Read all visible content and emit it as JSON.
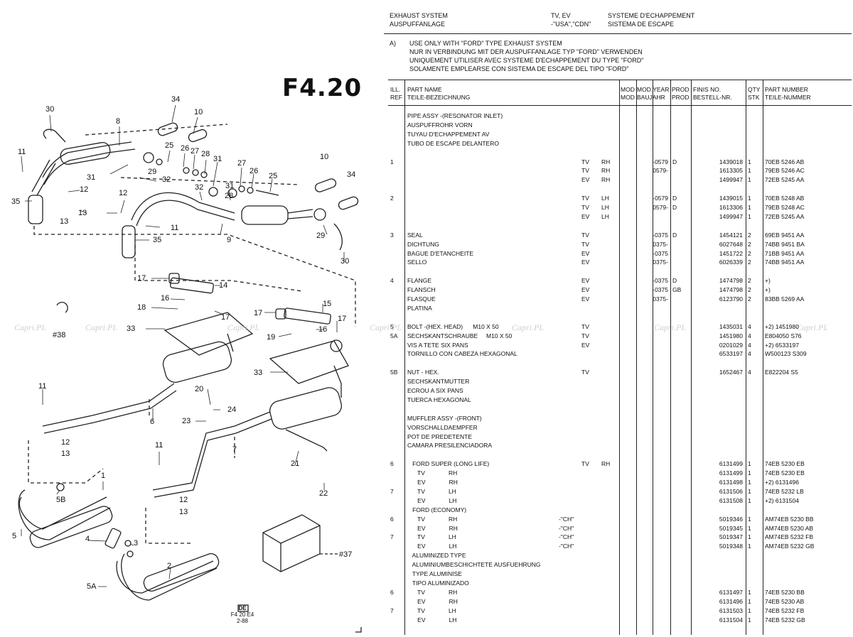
{
  "header": {
    "title_en": "EXHAUST SYSTEM",
    "title_de": "AUSPUFFANLAGE",
    "models": "TV, EV",
    "markets": "-\"USA\",\"CDN\"",
    "title_fr": "SYSTEME D'ECHAPPEMENT",
    "title_es": "SISTEMA DE ESCAPE"
  },
  "note": {
    "label": "A)",
    "lines": [
      "USE ONLY WITH \"FORD\" TYPE EXHAUST SYSTEM",
      "NUR IN VERBINDUNG MIT DER AUSPUFFANLAGE TYP \"FORD\" VERWENDEN",
      "UNIQUEMENT UTILISER AVEC SYSTEME D'ECHAPPEMENT DU TYPE \"FORD\"",
      "SOLAMENTE EMPLEARSE CON SISTEMA DE ESCAPE DEL TIPO \"FORD\""
    ]
  },
  "page_code": "F4.20",
  "columns": {
    "ill": "ILL.",
    "ref": "REF",
    "part_name": "PART NAME",
    "part_name_de": "TEILE-BEZEICHNUNG",
    "mod": "MOD",
    "mod2": "MOD",
    "mod_year": "MOD.YEAR",
    "baujahr": "BAUJAHR",
    "prod": "PROD",
    "prod2": "PROD",
    "finis": "FINIS NO.",
    "bestell": "BESTELL-NR.",
    "qty": "QTY",
    "stk": "STK",
    "part_number": "PART NUMBER",
    "teile_nummer": "TEILE-NUMMER"
  },
  "rows": [
    {
      "ill": "",
      "name": "PIPE ASSY -(RESONATOR INLET)",
      "model": "",
      "side": "",
      "market": "",
      "year": "",
      "prod": "",
      "finis": "",
      "qty": "",
      "pn": ""
    },
    {
      "ill": "",
      "name": "AUSPUFFROHR VORN",
      "model": "",
      "side": "",
      "market": "",
      "year": "",
      "prod": "",
      "finis": "",
      "qty": "",
      "pn": ""
    },
    {
      "ill": "",
      "name": "TUYAU D'ECHAPPEMENT AV",
      "model": "",
      "side": "",
      "market": "",
      "year": "",
      "prod": "",
      "finis": "",
      "qty": "",
      "pn": ""
    },
    {
      "ill": "",
      "name": "TUBO DE ESCAPE DELANTERO",
      "model": "",
      "side": "",
      "market": "",
      "year": "",
      "prod": "",
      "finis": "",
      "qty": "",
      "pn": ""
    },
    {
      "ill": "",
      "name": "",
      "model": "",
      "side": "",
      "market": "",
      "year": "",
      "prod": "",
      "finis": "",
      "qty": "",
      "pn": ""
    },
    {
      "ill": "1",
      "name": "",
      "model": "TV",
      "side": "RH",
      "market": "",
      "year": "-0579",
      "prod": "D",
      "finis": "1439018",
      "qty": "1",
      "pn": "70EB 5246 AB"
    },
    {
      "ill": "",
      "name": "",
      "model": "TV",
      "side": "RH",
      "market": "",
      "year": "0579-",
      "prod": "",
      "finis": "1613305",
      "qty": "1",
      "pn": "79EB 5246 AC"
    },
    {
      "ill": "",
      "name": "",
      "model": "EV",
      "side": "RH",
      "market": "",
      "year": "",
      "prod": "",
      "finis": "1499947",
      "qty": "1",
      "pn": "72EB 5245 AA"
    },
    {
      "ill": "",
      "name": "",
      "model": "",
      "side": "",
      "market": "",
      "year": "",
      "prod": "",
      "finis": "",
      "qty": "",
      "pn": ""
    },
    {
      "ill": "2",
      "name": "",
      "model": "TV",
      "side": "LH",
      "market": "",
      "year": "-0579",
      "prod": "D",
      "finis": "1439015",
      "qty": "1",
      "pn": "70EB 5248 AB"
    },
    {
      "ill": "",
      "name": "",
      "model": "TV",
      "side": "LH",
      "market": "",
      "year": "0579-",
      "prod": "D",
      "finis": "1613306",
      "qty": "1",
      "pn": "79EB 5248 AC"
    },
    {
      "ill": "",
      "name": "",
      "model": "EV",
      "side": "LH",
      "market": "",
      "year": "",
      "prod": "",
      "finis": "1499947",
      "qty": "1",
      "pn": "72EB 5245 AA"
    },
    {
      "ill": "",
      "name": "",
      "model": "",
      "side": "",
      "market": "",
      "year": "",
      "prod": "",
      "finis": "",
      "qty": "",
      "pn": ""
    },
    {
      "ill": "3",
      "name": "SEAL",
      "model": "TV",
      "side": "",
      "market": "",
      "year": "-0375",
      "prod": "D",
      "finis": "1454121",
      "qty": "2",
      "pn": "69EB 9451 AA"
    },
    {
      "ill": "",
      "name": "DICHTUNG",
      "model": "TV",
      "side": "",
      "market": "",
      "year": "0375-",
      "prod": "",
      "finis": "6027648",
      "qty": "2",
      "pn": "74BB 9451 BA"
    },
    {
      "ill": "",
      "name": "BAGUE D'ETANCHEITE",
      "model": "EV",
      "side": "",
      "market": "",
      "year": "-0375",
      "prod": "",
      "finis": "1451722",
      "qty": "2",
      "pn": "71BB 9451 AA"
    },
    {
      "ill": "",
      "name": "SELLO",
      "model": "EV",
      "side": "",
      "market": "",
      "year": "0375-",
      "prod": "",
      "finis": "6026339",
      "qty": "2",
      "pn": "74BB 9451 AA"
    },
    {
      "ill": "",
      "name": "",
      "model": "",
      "side": "",
      "market": "",
      "year": "",
      "prod": "",
      "finis": "",
      "qty": "",
      "pn": ""
    },
    {
      "ill": "4",
      "name": "FLANGE",
      "model": "EV",
      "side": "",
      "market": "",
      "year": "-0375",
      "prod": "D",
      "finis": "1474798",
      "qty": "2",
      "pn": "+)"
    },
    {
      "ill": "",
      "name": "FLANSCH",
      "model": "EV",
      "side": "",
      "market": "",
      "year": "-0375",
      "prod": "GB",
      "finis": "1474798",
      "qty": "2",
      "pn": "+)"
    },
    {
      "ill": "",
      "name": "FLASQUE",
      "model": "EV",
      "side": "",
      "market": "",
      "year": "0375-",
      "prod": "",
      "finis": "6123790",
      "qty": "2",
      "pn": "83BB 5269 AA"
    },
    {
      "ill": "",
      "name": "PLATINA",
      "model": "",
      "side": "",
      "market": "",
      "year": "",
      "prod": "",
      "finis": "",
      "qty": "",
      "pn": ""
    },
    {
      "ill": "",
      "name": "",
      "model": "",
      "side": "",
      "market": "",
      "year": "",
      "prod": "",
      "finis": "",
      "qty": "",
      "pn": ""
    },
    {
      "ill": "5",
      "name": "BOLT -(HEX. HEAD)      M10 X 50",
      "model": "TV",
      "side": "",
      "market": "",
      "year": "",
      "prod": "",
      "finis": "1435031",
      "qty": "4",
      "pn": "+2) 1451980"
    },
    {
      "ill": "5A",
      "name": "SECHSKANTSCHRAUBE     M10 X 50",
      "model": "TV",
      "side": "",
      "market": "",
      "year": "",
      "prod": "",
      "finis": "1451980",
      "qty": "4",
      "pn": "E804050 S76"
    },
    {
      "ill": "",
      "name": "VIS A TETE SIX PANS",
      "model": "EV",
      "side": "",
      "market": "",
      "year": "",
      "prod": "",
      "finis": "0201029",
      "qty": "4",
      "pn": "+2) 6533197"
    },
    {
      "ill": "",
      "name": "TORNILLO CON CABEZA HEXAGONAL",
      "model": "",
      "side": "",
      "market": "",
      "year": "",
      "prod": "",
      "finis": "6533197",
      "qty": "4",
      "pn": "W500123 S309"
    },
    {
      "ill": "",
      "name": "",
      "model": "",
      "side": "",
      "market": "",
      "year": "",
      "prod": "",
      "finis": "",
      "qty": "",
      "pn": ""
    },
    {
      "ill": "5B",
      "name": "NUT - HEX.",
      "model": "TV",
      "side": "",
      "market": "",
      "year": "",
      "prod": "",
      "finis": "1652467",
      "qty": "4",
      "pn": "E822204 S5"
    },
    {
      "ill": "",
      "name": "SECHSKANTMUTTER",
      "model": "",
      "side": "",
      "market": "",
      "year": "",
      "prod": "",
      "finis": "",
      "qty": "",
      "pn": ""
    },
    {
      "ill": "",
      "name": "ECROU A SIX PANS",
      "model": "",
      "side": "",
      "market": "",
      "year": "",
      "prod": "",
      "finis": "",
      "qty": "",
      "pn": ""
    },
    {
      "ill": "",
      "name": "TUERCA HEXAGONAL",
      "model": "",
      "side": "",
      "market": "",
      "year": "",
      "prod": "",
      "finis": "",
      "qty": "",
      "pn": ""
    },
    {
      "ill": "",
      "name": "",
      "model": "",
      "side": "",
      "market": "",
      "year": "",
      "prod": "",
      "finis": "",
      "qty": "",
      "pn": ""
    },
    {
      "ill": "",
      "name": "MUFFLER ASSY -(FRONT)",
      "model": "",
      "side": "",
      "market": "",
      "year": "",
      "prod": "",
      "finis": "",
      "qty": "",
      "pn": ""
    },
    {
      "ill": "",
      "name": "VORSCHALLDAEMPFER",
      "model": "",
      "side": "",
      "market": "",
      "year": "",
      "prod": "",
      "finis": "",
      "qty": "",
      "pn": ""
    },
    {
      "ill": "",
      "name": "POT DE PREDETENTE",
      "model": "",
      "side": "",
      "market": "",
      "year": "",
      "prod": "",
      "finis": "",
      "qty": "",
      "pn": ""
    },
    {
      "ill": "",
      "name": "CAMARA PRESILENCIADORA",
      "model": "",
      "side": "",
      "market": "",
      "year": "",
      "prod": "",
      "finis": "",
      "qty": "",
      "pn": ""
    },
    {
      "ill": "",
      "name": "",
      "model": "",
      "side": "",
      "market": "",
      "year": "",
      "prod": "",
      "finis": "",
      "qty": "",
      "pn": ""
    },
    {
      "ill": "6",
      "name": "   FORD SUPER (LONG LIFE)",
      "model": "TV",
      "side": "RH",
      "market": "",
      "year": "",
      "prod": "",
      "finis": "6131499",
      "qty": "1",
      "pn": "74EB 5230 EB"
    },
    {
      "ill": "",
      "name": "      TV              RH",
      "model": "",
      "side": "",
      "market": "",
      "year": "",
      "prod": "",
      "finis": "6131499",
      "qty": "1",
      "pn": "74EB 5230 EB"
    },
    {
      "ill": "",
      "name": "      EV              RH",
      "model": "",
      "side": "",
      "market": "",
      "year": "",
      "prod": "",
      "finis": "6131498",
      "qty": "1",
      "pn": "+2) 6131496"
    },
    {
      "ill": "7",
      "name": "      TV              LH",
      "model": "",
      "side": "",
      "market": "",
      "year": "",
      "prod": "",
      "finis": "6131506",
      "qty": "1",
      "pn": "74EB 5232 LB"
    },
    {
      "ill": "",
      "name": "      EV              LH",
      "model": "",
      "side": "",
      "market": "",
      "year": "",
      "prod": "",
      "finis": "6131508",
      "qty": "1",
      "pn": "+2) 6131504"
    },
    {
      "ill": "",
      "name": "   FORD (ECONOMY)",
      "model": "",
      "side": "",
      "market": "",
      "year": "",
      "prod": "",
      "finis": "",
      "qty": "",
      "pn": ""
    },
    {
      "ill": "6",
      "name": "      TV              RH",
      "model": "",
      "side": "",
      "market": "-\"CH\"",
      "year": "",
      "prod": "",
      "finis": "5019346",
      "qty": "1",
      "pn": "AM74EB 5230 BB"
    },
    {
      "ill": "",
      "name": "      EV              RH",
      "model": "",
      "side": "",
      "market": "-\"CH\"",
      "year": "",
      "prod": "",
      "finis": "5019345",
      "qty": "1",
      "pn": "AM74EB 5230 AB"
    },
    {
      "ill": "7",
      "name": "      TV              LH",
      "model": "",
      "side": "",
      "market": "-\"CH\"",
      "year": "",
      "prod": "",
      "finis": "5019347",
      "qty": "1",
      "pn": "AM74EB 5232 FB"
    },
    {
      "ill": "",
      "name": "      EV              LH",
      "model": "",
      "side": "",
      "market": "-\"CH\"",
      "year": "",
      "prod": "",
      "finis": "5019348",
      "qty": "1",
      "pn": "AM74EB 5232 GB"
    },
    {
      "ill": "",
      "name": "   ALUMINIZED TYPE",
      "model": "",
      "side": "",
      "market": "",
      "year": "",
      "prod": "",
      "finis": "",
      "qty": "",
      "pn": ""
    },
    {
      "ill": "",
      "name": "   ALUMINIUMBESCHICHTETE AUSFUEHRUNG",
      "model": "",
      "side": "",
      "market": "",
      "year": "",
      "prod": "",
      "finis": "",
      "qty": "",
      "pn": ""
    },
    {
      "ill": "",
      "name": "   TYPE ALUMINISE",
      "model": "",
      "side": "",
      "market": "",
      "year": "",
      "prod": "",
      "finis": "",
      "qty": "",
      "pn": ""
    },
    {
      "ill": "",
      "name": "   TIPO ALUMINIZADO",
      "model": "",
      "side": "",
      "market": "",
      "year": "",
      "prod": "",
      "finis": "",
      "qty": "",
      "pn": ""
    },
    {
      "ill": "6",
      "name": "      TV              RH",
      "model": "",
      "side": "",
      "market": "",
      "year": "",
      "prod": "",
      "finis": "6131497",
      "qty": "1",
      "pn": "74EB 5230 BB"
    },
    {
      "ill": "",
      "name": "      EV              RH",
      "model": "",
      "side": "",
      "market": "",
      "year": "",
      "prod": "",
      "finis": "6131496",
      "qty": "1",
      "pn": "74EB 5230 AB"
    },
    {
      "ill": "7",
      "name": "      TV              LH",
      "model": "",
      "side": "",
      "market": "",
      "year": "",
      "prod": "",
      "finis": "6131503",
      "qty": "1",
      "pn": "74EB 5232 FB"
    },
    {
      "ill": "",
      "name": "      EV              LH",
      "model": "",
      "side": "",
      "market": "",
      "year": "",
      "prod": "",
      "finis": "6131504",
      "qty": "1",
      "pn": "74EB 5232 GB"
    }
  ],
  "callouts": [
    "30",
    "34",
    "10",
    "8",
    "11",
    "25",
    "26",
    "27",
    "28",
    "31",
    "29",
    "32",
    "12",
    "35",
    "13",
    "9",
    "17",
    "14",
    "16",
    "18",
    "15",
    "19",
    "33",
    "38",
    "20",
    "24",
    "23",
    "6",
    "7",
    "21",
    "1",
    "22",
    "5B",
    "5",
    "4",
    "3",
    "2",
    "5A",
    "37"
  ],
  "watermark": "Capri.PL",
  "footer": {
    "box": "DE",
    "line1": "F4 20 E4",
    "line2": "2-88"
  }
}
